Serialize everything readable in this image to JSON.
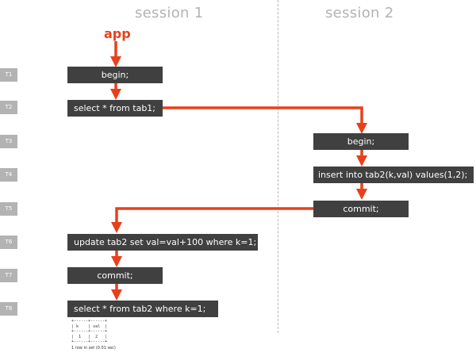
{
  "sessions": {
    "session1": "session 1",
    "session2": "session 2"
  },
  "app_label": "app",
  "time_labels": [
    "T1",
    "T2",
    "T3",
    "T4",
    "T5",
    "T6",
    "T7",
    "T8"
  ],
  "steps": {
    "s1_begin": "begin;",
    "s1_select_tab1": "select * from tab1;",
    "s2_begin": "begin;",
    "s2_insert": "insert into tab2(k,val) values(1,2);",
    "s2_commit": "commit;",
    "s1_update": "update tab2 set val=val+100 where k=1;",
    "s1_commit": "commit;",
    "s1_select_tab2": "select * from tab2 where k=1;"
  },
  "result": {
    "table_text": "+------+------+\n| k    | val  |\n+------+------+\n|  1   |  2   |\n+------+------+",
    "footer": "1 row in set (0.01 sec)"
  },
  "colors": {
    "arrow": "#e8401c",
    "box": "#404040",
    "time_label": "#b3b3b3",
    "session_title": "#b3b3b3"
  }
}
